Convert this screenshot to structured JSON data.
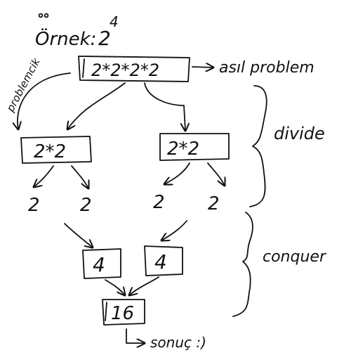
{
  "title": {
    "prefix": "Örnek:",
    "base": "2",
    "exponent": "4"
  },
  "root": {
    "expression": "2*2*2*2",
    "label": "asıl problem"
  },
  "subproblem_label": "problemcik",
  "left_sub": {
    "expression": "2*2",
    "leaves": [
      "2",
      "2"
    ]
  },
  "right_sub": {
    "expression": "2*2",
    "leaves": [
      "2",
      "2"
    ]
  },
  "conquer_results": [
    "4",
    "4"
  ],
  "final": {
    "value": "16",
    "label": "sonuç :)"
  },
  "phases": {
    "divide": "divide",
    "conquer": "conquer"
  }
}
